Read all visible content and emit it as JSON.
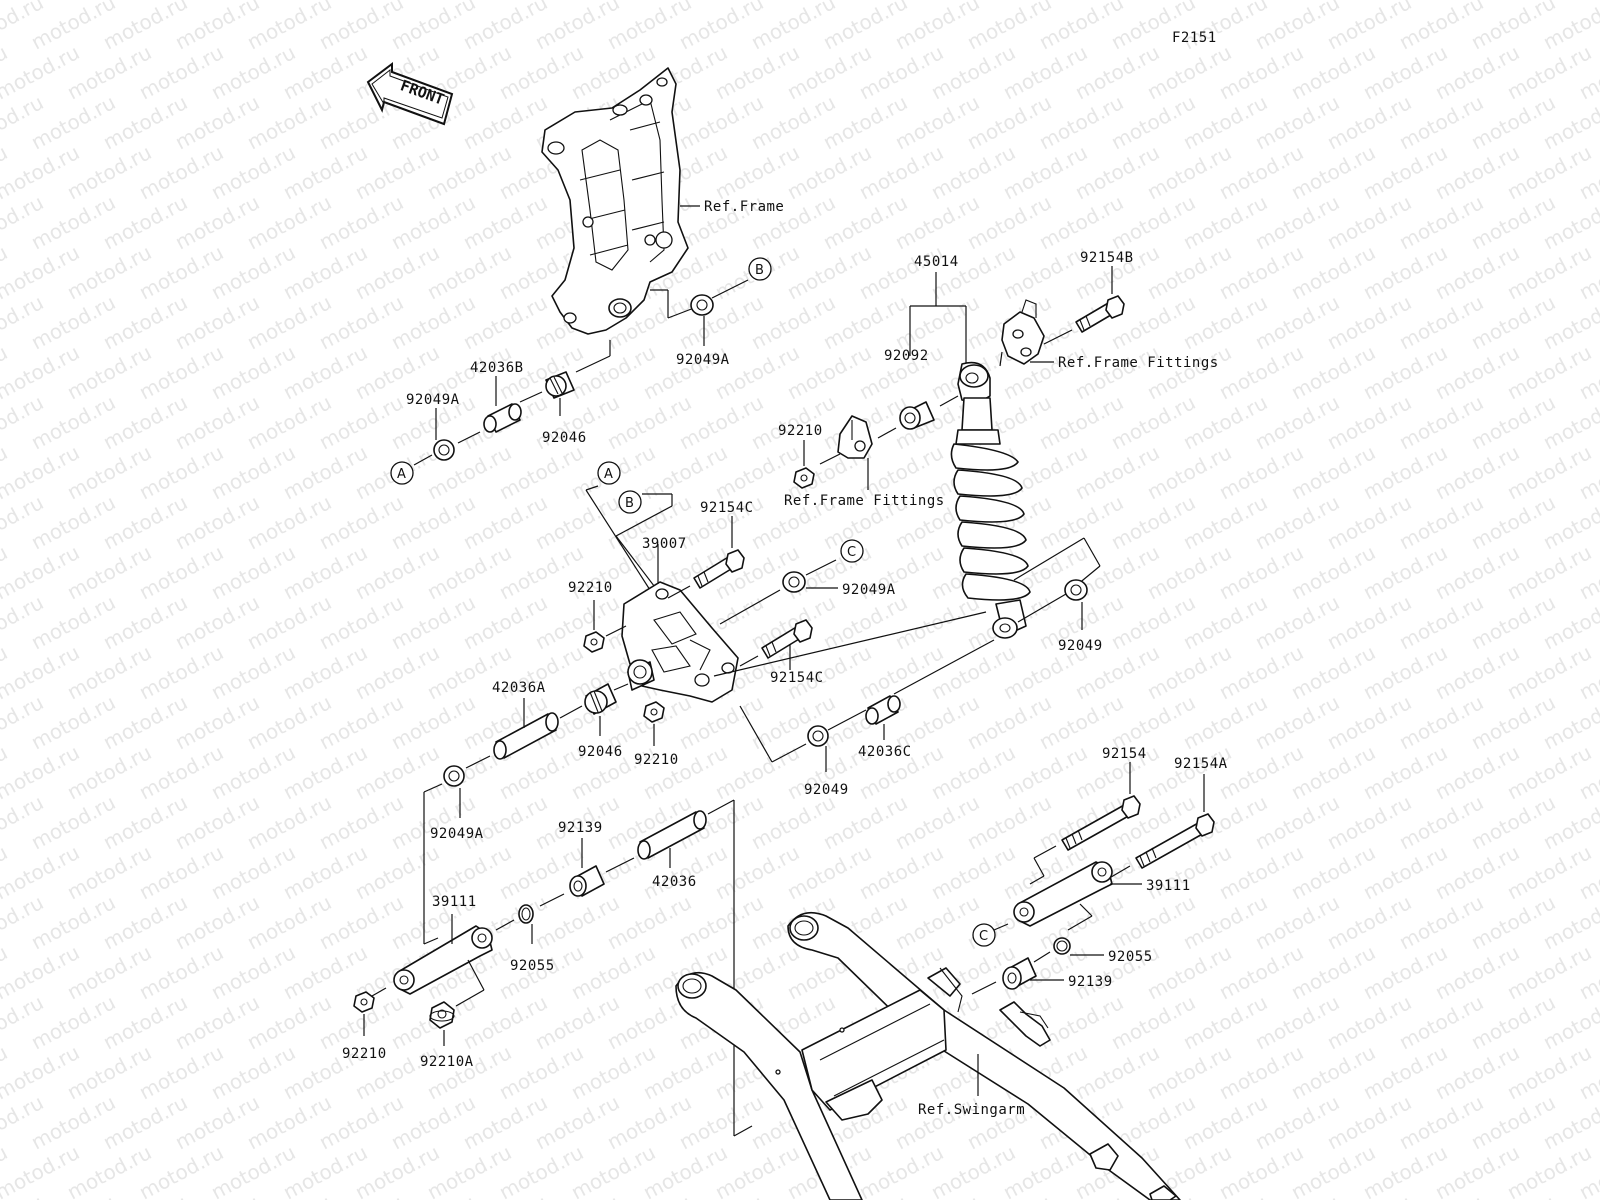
{
  "figure_code": "F2151",
  "front_label": "FRONT",
  "watermark_text": "motod.ru",
  "refs": {
    "frame": "Ref.Frame",
    "frame_fittings_upper": "Ref.Frame Fittings",
    "frame_fittings_lower": "Ref.Frame Fittings",
    "swingarm": "Ref.Swingarm"
  },
  "callouts": {
    "A": "A",
    "B": "B",
    "C": "C"
  },
  "parts": {
    "p92049A_a": "92049A",
    "p42036B": "42036B",
    "p92046_a": "92046",
    "p92049A_b": "92049A",
    "p45014": "45014",
    "p92154B": "92154B",
    "p92092": "92092",
    "p92210_a": "92210",
    "p39007": "39007",
    "p92154C_a": "92154C",
    "p92210_b": "92210",
    "p92049A_c": "92049A",
    "p92154C_b": "92154C",
    "p92049_a": "92049",
    "p42036A": "42036A",
    "p92046_b": "92046",
    "p92210_c": "92210",
    "p42036C": "42036C",
    "p92049_b": "92049",
    "p92049A_d": "92049A",
    "p92139_a": "92139",
    "p42036": "42036",
    "p92154": "92154",
    "p92154A": "92154A",
    "p39111_a": "39111",
    "p92055_a": "92055",
    "p39111_b": "39111",
    "p92055_b": "92055",
    "p92139_b": "92139",
    "p92210_d": "92210",
    "p92210A": "92210A"
  }
}
